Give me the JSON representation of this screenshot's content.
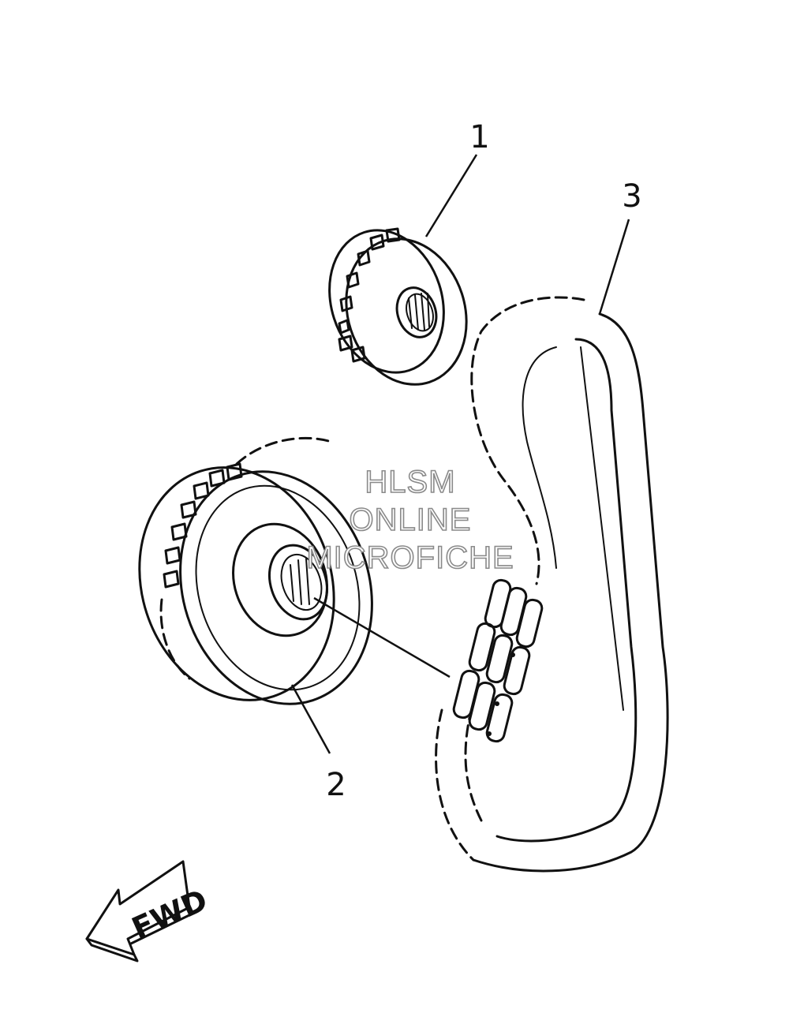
{
  "parts": [
    {
      "id": "part-1",
      "callout": "1"
    },
    {
      "id": "part-2",
      "callout": "2"
    },
    {
      "id": "part-3",
      "callout": "3"
    }
  ],
  "direction_label": "FWD",
  "watermark": {
    "line1": "HLSM",
    "line2": "ONLINE",
    "line3": "MICROFICHE"
  }
}
